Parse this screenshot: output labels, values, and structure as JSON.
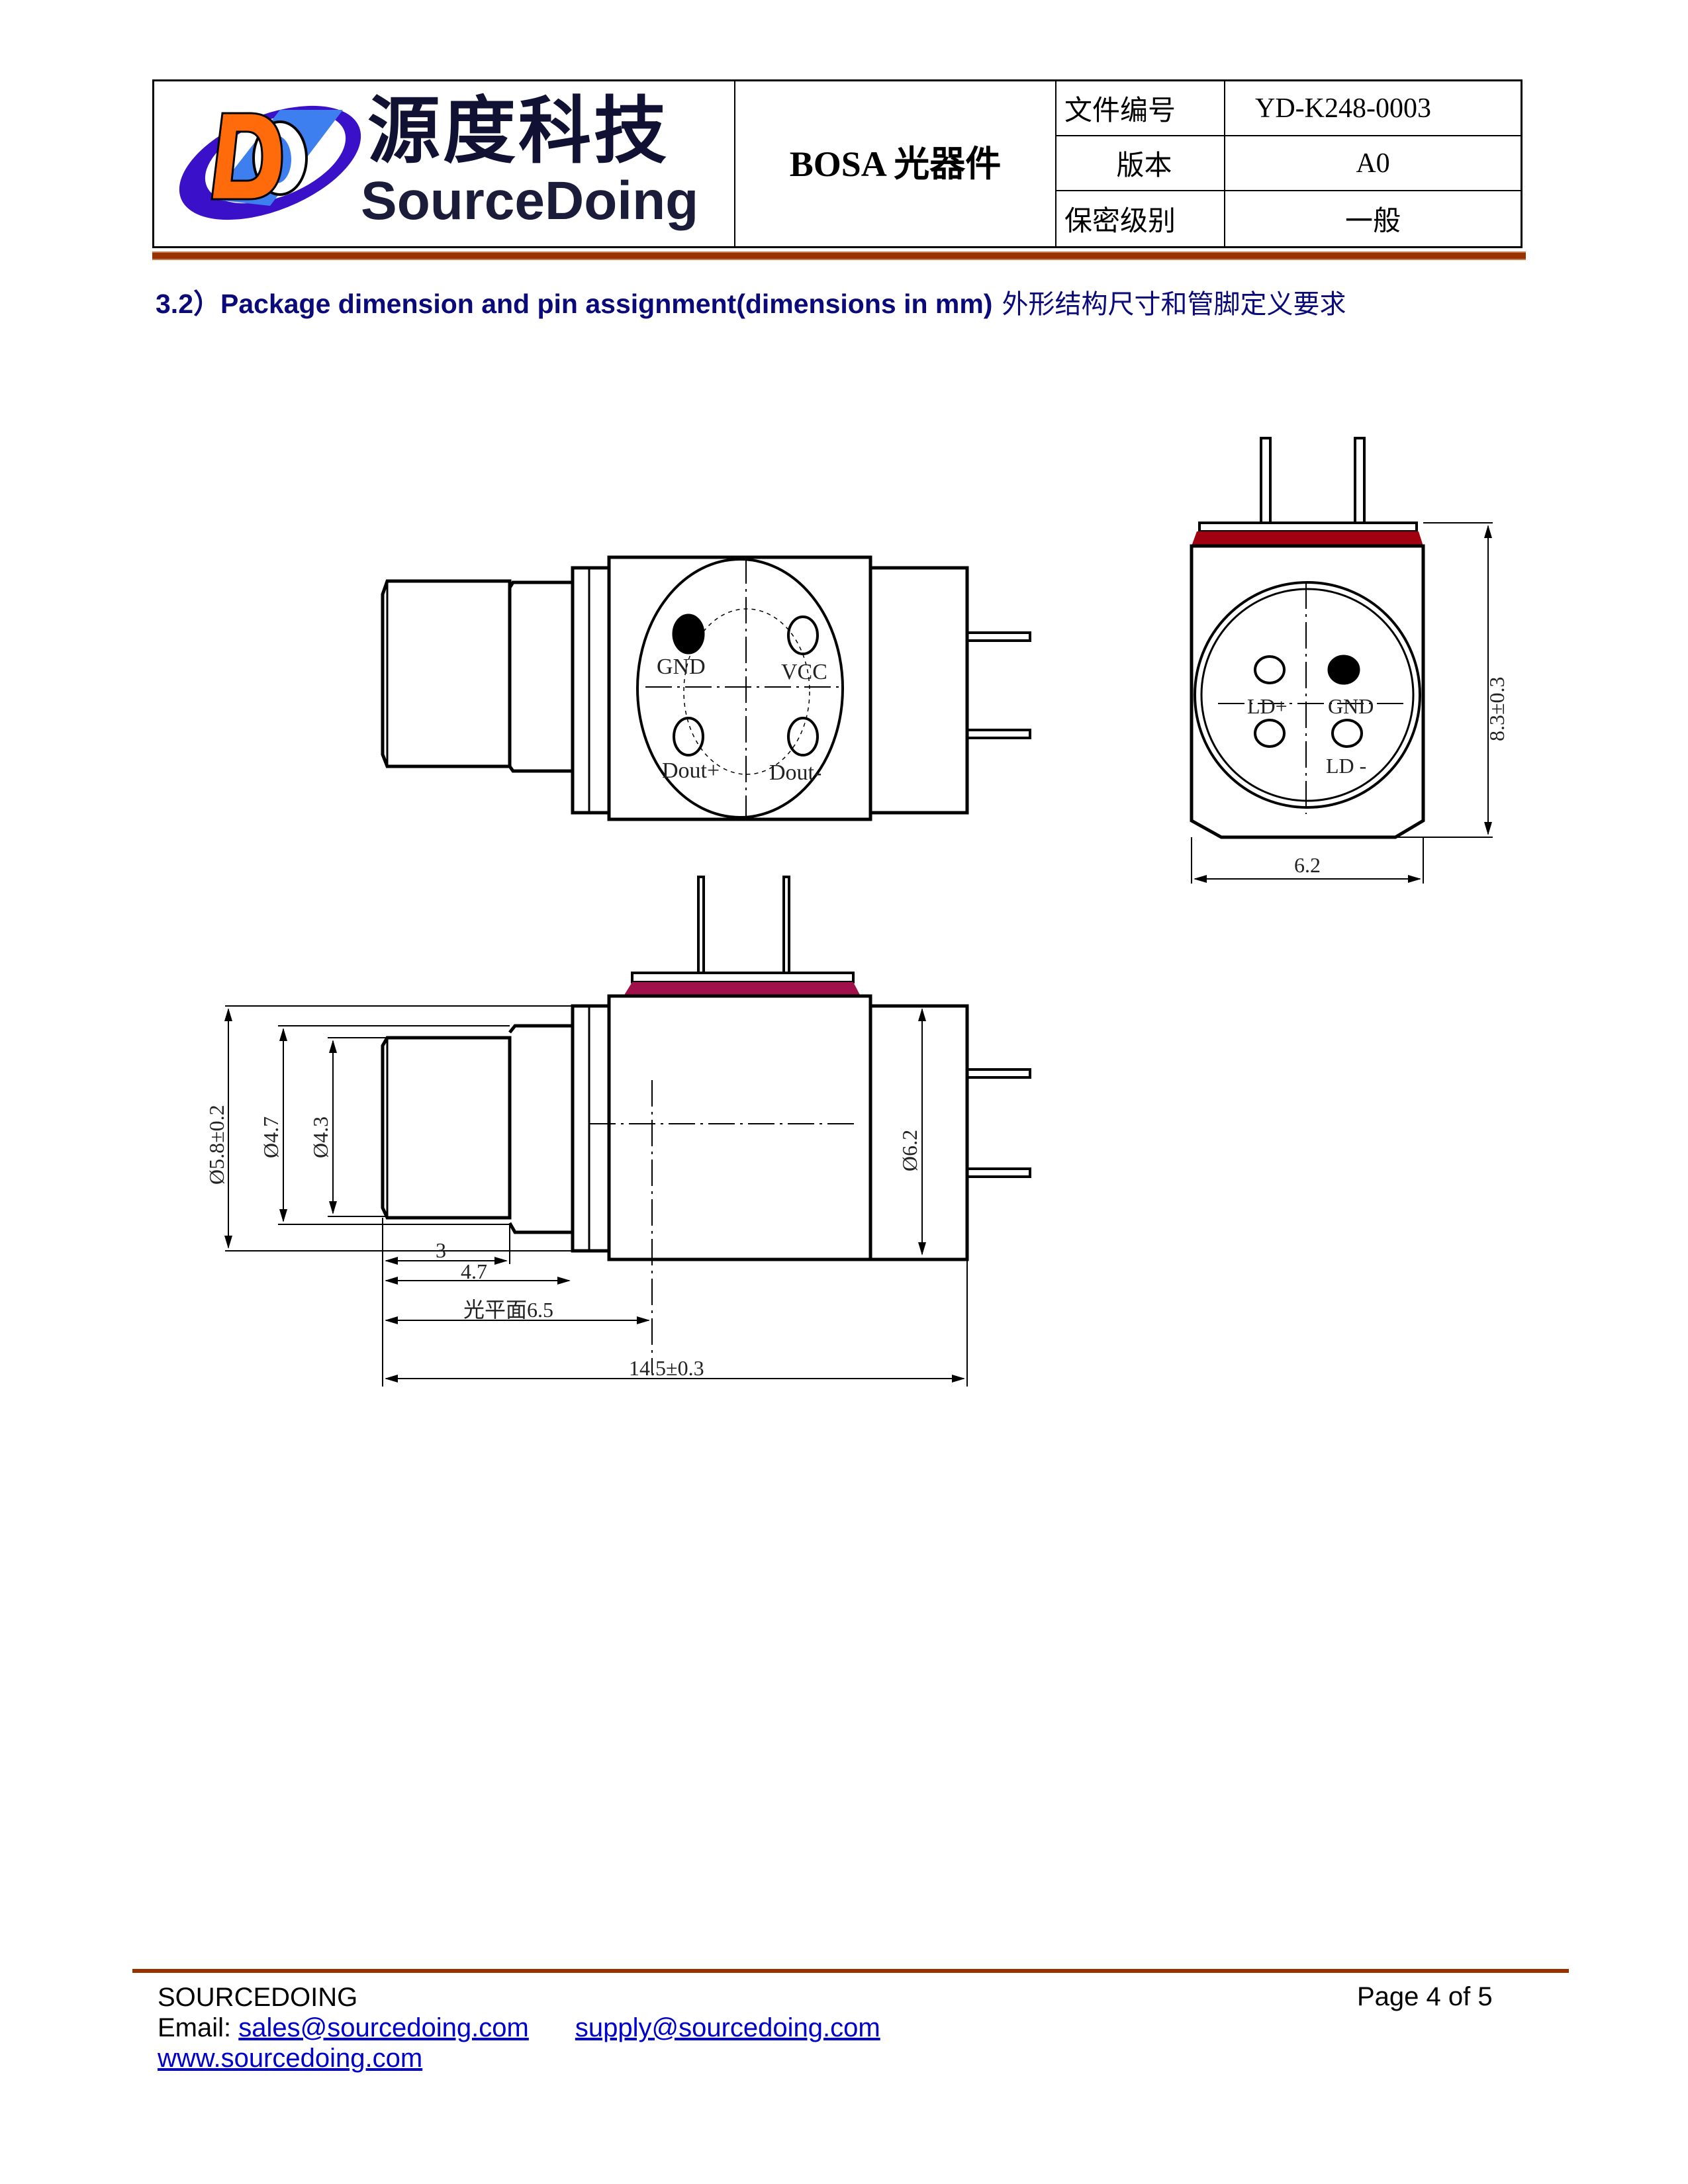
{
  "header": {
    "logo": {
      "letters": "DO",
      "chinese_name": "源度科技",
      "english_name": "SourceDoing",
      "colors": {
        "ring": "#3a10c8",
        "inner": "#3e7ff0",
        "letter": "#ff6a0a"
      }
    },
    "product_title": "BOSA 光器件",
    "fields": [
      {
        "label": "文件编号",
        "value": "YD-K248-0003"
      },
      {
        "label": "版本",
        "value": "A0"
      },
      {
        "label": "保密级别",
        "value": "一般"
      }
    ]
  },
  "section": {
    "number": "3.2）",
    "title": "Package dimension and pin assignment(dimensions in mm)",
    "title_cn": "外形结构尺寸和管脚定义要求"
  },
  "drawings": {
    "top_view": {
      "pins": [
        {
          "label": "GND",
          "filled": true
        },
        {
          "label": "VCC",
          "filled": false
        },
        {
          "label": "Dout+",
          "filled": false
        },
        {
          "label": "Dout-",
          "filled": false
        }
      ]
    },
    "end_view": {
      "pins": [
        {
          "label": "LD+",
          "filled": false
        },
        {
          "label": "GND",
          "filled": true
        },
        {
          "label": "LD -",
          "filled": false
        }
      ],
      "width_dim": "6.2",
      "height_dim": "8.3±0.3",
      "accent_color": "#a00010"
    },
    "side_view": {
      "dims": {
        "d_outer": "Ø5.8±0.2",
        "d_mid": "Ø4.7",
        "d_inner": "Ø4.3",
        "d_body": "Ø6.2",
        "len_3": "3",
        "len_4_7": "4.7",
        "optical_plane": "光平面6.5",
        "total": "14.5±0.3"
      },
      "accent_color": "#a0104a"
    }
  },
  "footer": {
    "company": "SOURCEDOING",
    "email_label": "Email: ",
    "email1": "sales@sourcedoing.com",
    "email2": "supply@sourcedoing.com",
    "website": "www.sourcedoing.com",
    "page": "Page 4 of 5"
  }
}
